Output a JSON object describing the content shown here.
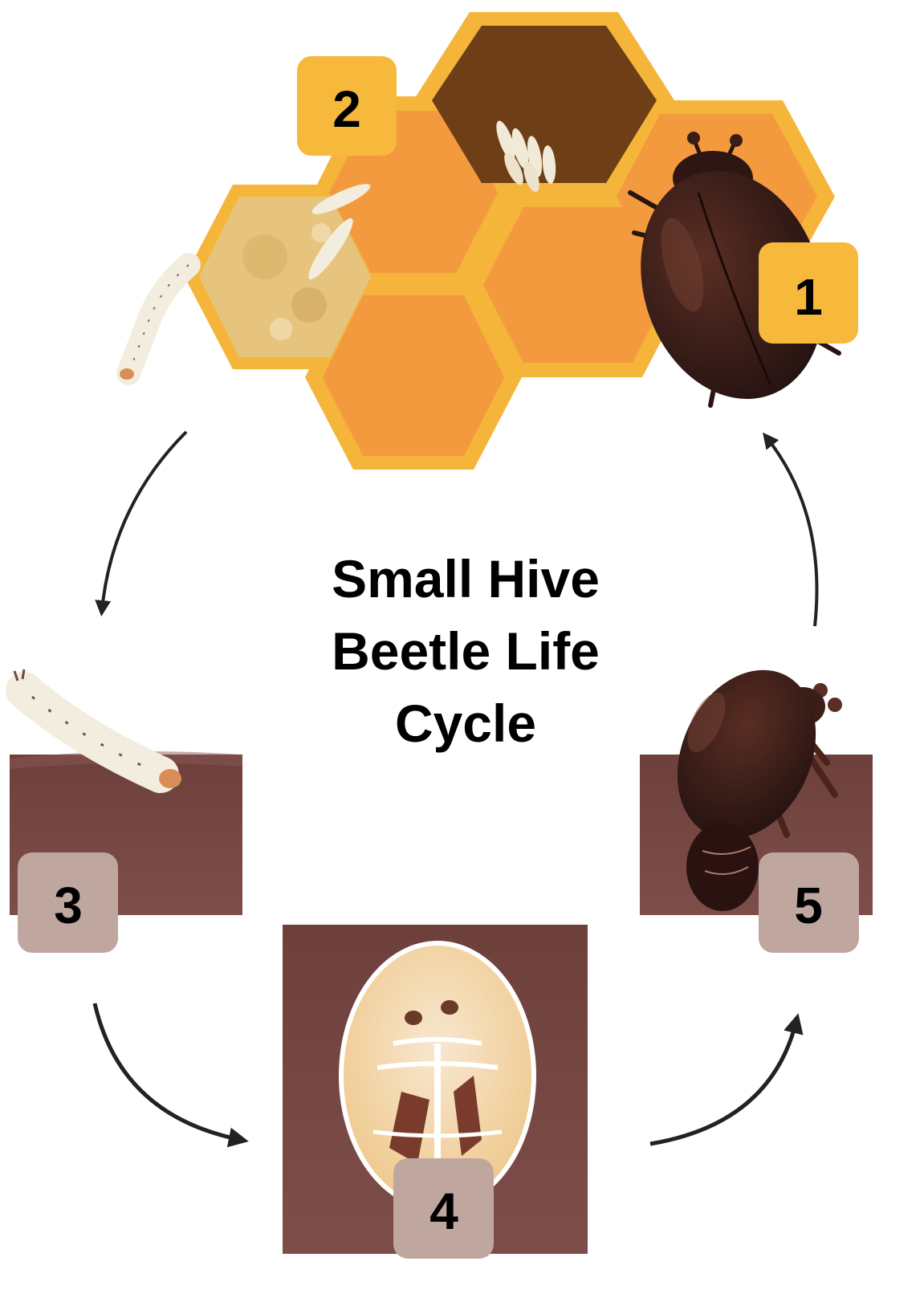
{
  "title": {
    "lines": [
      "Small Hive",
      "Beetle Life",
      "Cycle"
    ]
  },
  "stages": [
    {
      "number": "1",
      "depicts": "adult-beetle-on-comb"
    },
    {
      "number": "2",
      "depicts": "eggs-and-larvae-in-comb"
    },
    {
      "number": "3",
      "depicts": "larva-entering-soil"
    },
    {
      "number": "4",
      "depicts": "pupa-in-soil"
    },
    {
      "number": "5",
      "depicts": "adult-emerging-from-soil"
    }
  ],
  "colors": {
    "honeycomb_fill": "#F39A3E",
    "honeycomb_border": "#F5B53A",
    "capped_cell": "#6E3E16",
    "badge_gold": "#F6B93B",
    "badge_taupe": "#BFA7A0",
    "soil": "#774845",
    "beetle": "#3A1D17",
    "larva": "#F3EDE0",
    "arrow": "#222222"
  }
}
